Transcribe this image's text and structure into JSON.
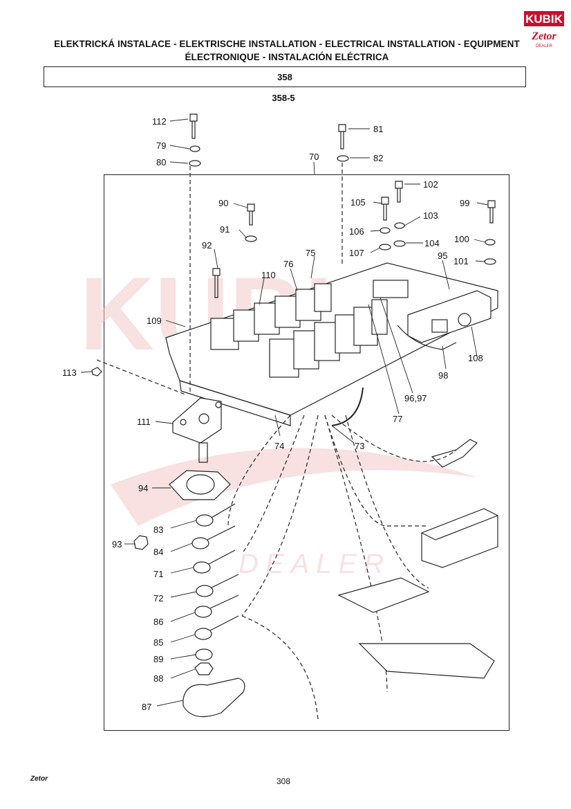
{
  "header": {
    "line1": "ELEKTRICKÁ INSTALACE - ELEKTRISCHE INSTALLATION - ELECTRICAL INSTALLATION - EQUIPMENT",
    "line2": "ÉLECTRONIQUE - INSTALACIÓN ELÉCTRICA"
  },
  "section_number": "358",
  "subsection": "358-5",
  "logo": {
    "top_text": "KUBIK",
    "bottom_text": "Zetor",
    "dealer": "DEALER",
    "color": "#c8102e"
  },
  "watermark": {
    "text": "KUBIK",
    "dealer": "DEALER",
    "color": "#f4c9c9"
  },
  "callouts": {
    "c112": "112",
    "c79": "79",
    "c80": "80",
    "c81": "81",
    "c82": "82",
    "c70": "70",
    "c102": "102",
    "c105": "105",
    "c99": "99",
    "c90": "90",
    "c103": "103",
    "c91": "91",
    "c106": "106",
    "c104": "104",
    "c100": "100",
    "c107": "107",
    "c92": "92",
    "c75": "75",
    "c101": "101",
    "c76": "76",
    "c95": "95",
    "c110": "110",
    "c109": "109",
    "c108": "108",
    "c113": "113",
    "c98": "98",
    "c9697": "96,97",
    "c111": "111",
    "c77": "77",
    "c74": "74",
    "c73": "73",
    "c94": "94",
    "c83": "83",
    "c93": "93",
    "c84": "84",
    "c71": "71",
    "c72": "72",
    "c86": "86",
    "c85": "85",
    "c89": "89",
    "c88": "88",
    "c87": "87"
  },
  "footer": {
    "page_number": "308",
    "brand": "Zetor"
  }
}
